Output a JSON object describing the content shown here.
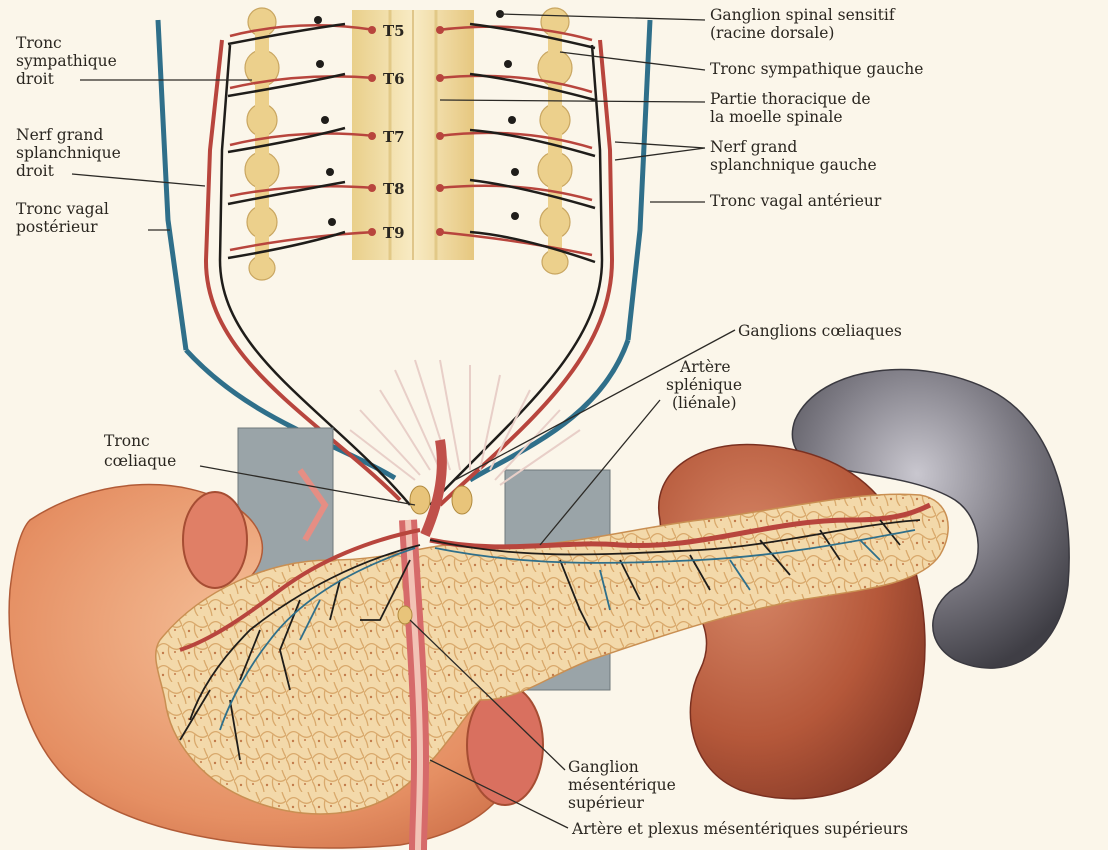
{
  "vertebrae": [
    "T5",
    "T6",
    "T7",
    "T8",
    "T9"
  ],
  "labels": {
    "tronc_sympathique_droit": [
      "Tronc",
      "sympathique",
      "droit"
    ],
    "nerf_grand_splanchnique_droit": [
      "Nerf grand",
      "splanchnique",
      "droit"
    ],
    "tronc_vagal_posterieur": [
      "Tronc vagal",
      "postérieur"
    ],
    "ganglion_spinal_sensitif": [
      "Ganglion spinal sensitif",
      "(racine dorsale)"
    ],
    "tronc_sympathique_gauche": [
      "Tronc sympathique gauche"
    ],
    "partie_thoracique": [
      "Partie thoracique de",
      "la moelle spinale"
    ],
    "nerf_grand_splanchnique_gauche": [
      "Nerf grand",
      "splanchnique gauche"
    ],
    "tronc_vagal_anterieur": [
      "Tronc vagal antérieur"
    ],
    "ganglions_coeliaques": [
      "Ganglions cœliaques"
    ],
    "artere_splenique": [
      "Artère",
      "splénique",
      "(liénale)"
    ],
    "tronc_coeliaque": [
      "Tronc",
      "cœliaque"
    ],
    "ganglion_mesenterique": [
      "Ganglion",
      "mésentérique",
      "supérieur"
    ],
    "artere_plexus": [
      "Artère et plexus mésentériques supérieurs"
    ]
  },
  "colors": {
    "background": "#fbf6ea",
    "vagus": "#2f6f8a",
    "sympathetic": "#b8453d",
    "nerve": "#1f1d1a",
    "spine": "#f3dfa8",
    "spleen": "#6b6a73",
    "kidney": "#b55a3a",
    "pancreas": "#f2d7a6",
    "duodenum": "#e89a6e"
  }
}
